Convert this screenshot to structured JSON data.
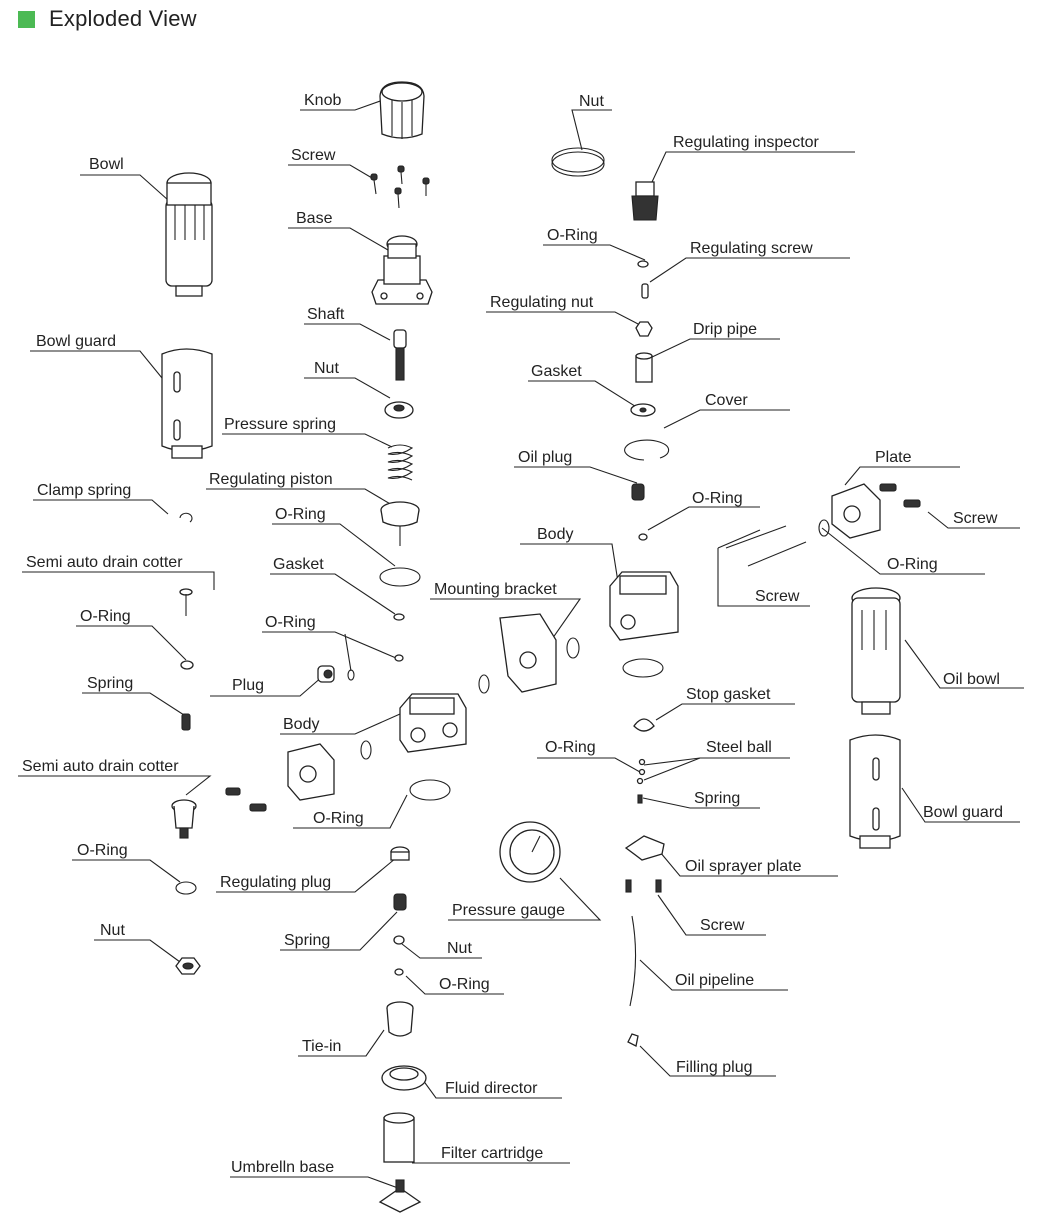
{
  "header": {
    "title": "Exploded View",
    "accent_color": "#4cba54"
  },
  "labels": {
    "knob": "Knob",
    "screw_top": "Screw",
    "base": "Base",
    "shaft": "Shaft",
    "nut_center": "Nut",
    "pressure_spring": "Pressure spring",
    "regulating_piston": "Regulating piston",
    "oring_piston": "O-Ring",
    "gasket_center": "Gasket",
    "oring_center2": "O-Ring",
    "plug": "Plug",
    "body_left": "Body",
    "oring_body_left": "O-Ring",
    "regulating_plug": "Regulating plug",
    "spring_center": "Spring",
    "nut_center_low": "Nut",
    "oring_center_low": "O-Ring",
    "tie_in": "Tie-in",
    "fluid_director": "Fluid director",
    "filter_cartridge": "Filter cartridge",
    "umbrella_base": "Umbrelln base",
    "bowl": "Bowl",
    "bowl_guard_left": "Bowl guard",
    "clamp_spring": "Clamp spring",
    "semi_auto_drain_1": "Semi auto drain cotter",
    "oring_left": "O-Ring",
    "spring_left": "Spring",
    "semi_auto_drain_2": "Semi auto drain cotter",
    "oring_left_low": "O-Ring",
    "nut_left": "Nut",
    "mounting_bracket": "Mounting bracket",
    "nut_right_top": "Nut",
    "regulating_inspector": "Regulating inspector",
    "oring_right1": "O-Ring",
    "regulating_screw": "Regulating screw",
    "regulating_nut": "Regulating nut",
    "drip_pipe": "Drip pipe",
    "gasket_right": "Gasket",
    "cover": "Cover",
    "oil_plug": "Oil plug",
    "oring_right2": "O-Ring",
    "body_right": "Body",
    "plate": "Plate",
    "screw_plate": "Screw",
    "oring_plate": "O-Ring",
    "screw_long": "Screw",
    "oil_bowl": "Oil bowl",
    "stop_gasket": "Stop gasket",
    "oring_right3": "O-Ring",
    "steel_ball": "Steel ball",
    "spring_right": "Spring",
    "bowl_guard_right": "Bowl guard",
    "oil_sprayer_plate": "Oil sprayer plate",
    "pressure_gauge": "Pressure gauge",
    "screw_right_low": "Screw",
    "oil_pipeline": "Oil pipeline",
    "filling_plug": "Filling plug"
  }
}
